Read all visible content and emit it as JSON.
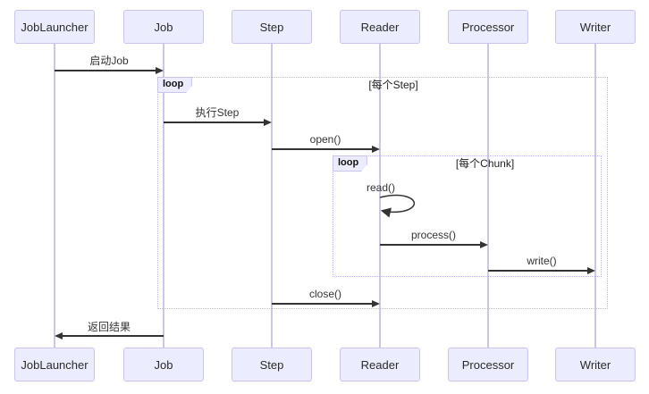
{
  "diagram": {
    "type": "sequence-diagram",
    "actors": [
      {
        "name": "JobLauncher"
      },
      {
        "name": "Job"
      },
      {
        "name": "Step"
      },
      {
        "name": "Reader"
      },
      {
        "name": "Processor"
      },
      {
        "name": "Writer"
      }
    ],
    "messages": [
      {
        "label": "启动Job",
        "from": "JobLauncher",
        "to": "Job",
        "arrow": "solid"
      },
      {
        "label": "执行Step",
        "from": "Job",
        "to": "Step",
        "arrow": "solid"
      },
      {
        "label": "open()",
        "from": "Step",
        "to": "Reader",
        "arrow": "solid"
      },
      {
        "label": "read()",
        "from": "Reader",
        "to": "Reader",
        "arrow": "self"
      },
      {
        "label": "process()",
        "from": "Reader",
        "to": "Processor",
        "arrow": "solid"
      },
      {
        "label": "write()",
        "from": "Processor",
        "to": "Writer",
        "arrow": "solid"
      },
      {
        "label": "close()",
        "from": "Step",
        "to": "Reader",
        "arrow": "solid"
      },
      {
        "label": "返回结果",
        "from": "Job",
        "to": "JobLauncher",
        "arrow": "solid"
      }
    ],
    "fragments": [
      {
        "operator": "loop",
        "condition": "[每个Step]"
      },
      {
        "operator": "loop",
        "condition": "[每个Chunk]"
      }
    ],
    "colors": {
      "actor_fill": "#ECECFF",
      "actor_border": "#CBC3EE",
      "lifeline": "#CFC5E8",
      "signal": "#333333",
      "fragment_border": "#BFB6E6",
      "fragment_label_fill": "#ECECFF",
      "background": "#FFFFFF"
    }
  }
}
